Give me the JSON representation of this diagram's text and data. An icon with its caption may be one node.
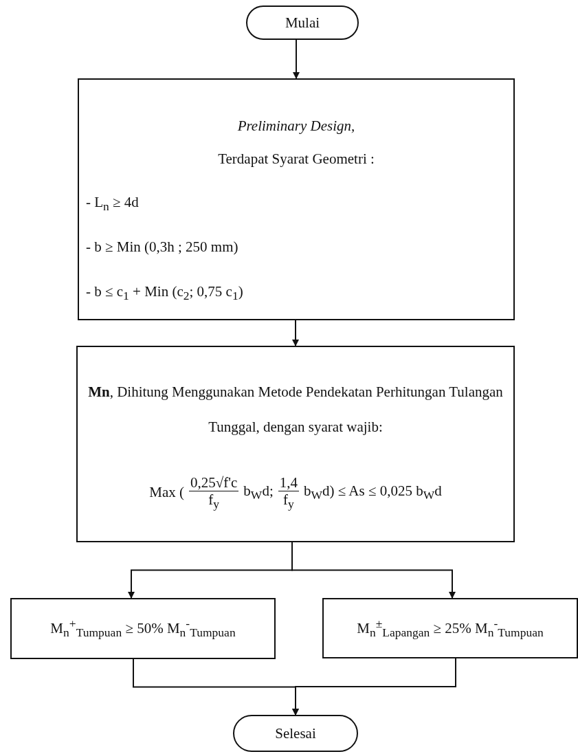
{
  "diagram": {
    "nodes": [
      {
        "text": [
          "Mulai"
        ]
      },
      {
        "text": [
          "Preliminary Design,",
          "Terdapat Syarat Geometri :",
          "- L$_{n}$ ≥ 4d",
          "- b ≥ Min (0,3h ; 250 mm)",
          "- b ≤ c$_{1}$ + Min (c$_{2}$; 0,75 c$_{1}$)"
        ]
      },
      {
        "text": [
          "**Mn**, Dihitung Menggunakan Metode Pendekatan Perhitungan Tulangan Tunggal, dengan syarat wajib:",
          "Max (",
          "0,25√f'c",
          "f$_{y}$",
          "b$_{W}$d;",
          "1,4",
          "f$_{y}$",
          "b$_{W}$d) ≤ As ≤ 0,025 b$_{W}$d"
        ]
      },
      {
        "text": [
          "M$_{n}$$^{+}$$_{Tumpuan}$ ≥ 50% M$_{n}$$^{-}$$_{Tumpuan}$"
        ]
      },
      {
        "text": [
          "M$_{n}$$^{±}$$_{Lapangan}$ ≥ 25% M$_{n}$$^{-}$$_{Tumpuan}$"
        ]
      },
      {
        "text": [
          "Selesai"
        ]
      }
    ],
    "edges": [
      {
        "from": 0,
        "to": 1,
        "arrow": "to"
      },
      {
        "from": 1,
        "to": 2,
        "arrow": "to"
      },
      {
        "from": 2,
        "to": 3,
        "arrow": "to"
      },
      {
        "from": 2,
        "to": 4,
        "arrow": "to"
      },
      {
        "from": 3,
        "to": 5,
        "arrow": "to"
      },
      {
        "from": 4,
        "to": 5,
        "arrow": "to"
      }
    ]
  }
}
